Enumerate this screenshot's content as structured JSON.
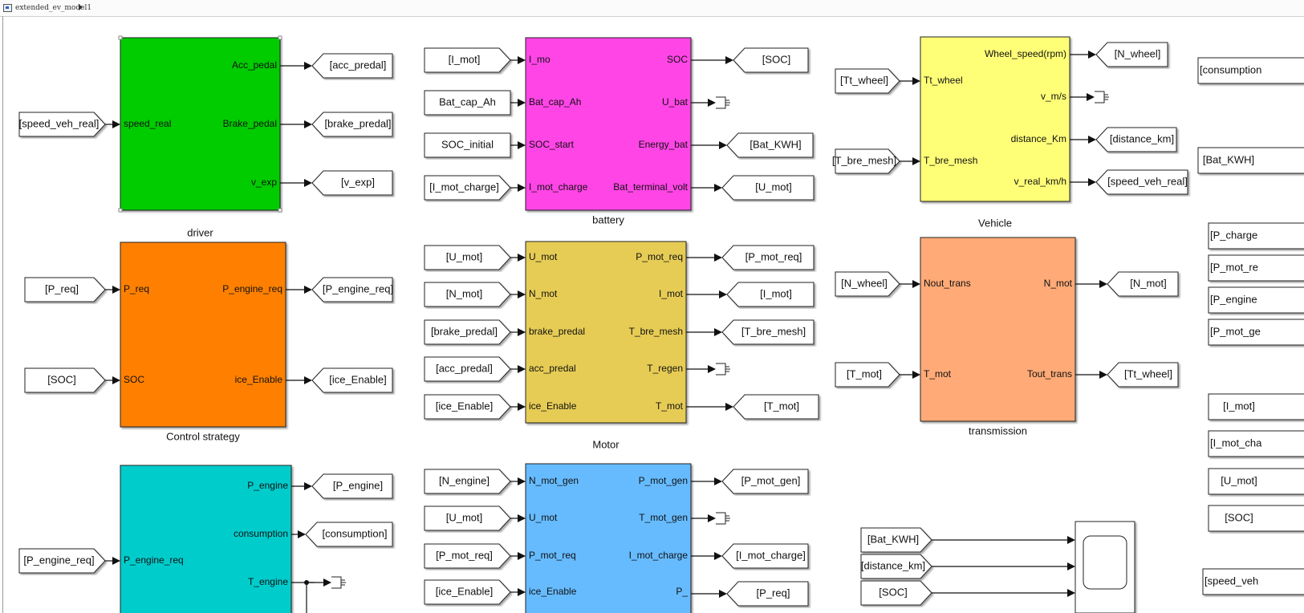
{
  "model_name": "extended_ev_model1",
  "colors": {
    "driver": "#00cc00",
    "battery": "#ff44e6",
    "vehicle": "#ffff77",
    "control": "#ff8000",
    "motor": "#e6cc55",
    "transmission": "#ffaa77",
    "engine": "#00cccc",
    "generator": "#66bbff"
  },
  "blocks": [
    {
      "id": "driver",
      "label": "driver",
      "inputs": [
        "speed_real"
      ],
      "outputs": [
        "Acc_pedal",
        "Brake_pedal",
        "v_exp"
      ]
    },
    {
      "id": "battery",
      "label": "battery",
      "inputs": [
        "I_mo",
        "Bat_cap_Ah",
        "SOC_start",
        "I_mot_charge"
      ],
      "outputs": [
        "SOC",
        "U_bat",
        "Energy_bat",
        "Bat_terminal_volt"
      ]
    },
    {
      "id": "vehicle",
      "label": "Vehicle",
      "inputs": [
        "Tt_wheel",
        "T_bre_mesh"
      ],
      "outputs": [
        "Wheel_speed(rpm)",
        "v_m/s",
        "distance_Km",
        "v_real_km/h"
      ]
    },
    {
      "id": "control",
      "label": "Control strategy",
      "inputs": [
        "P_req",
        "SOC"
      ],
      "outputs": [
        "P_engine_req",
        "ice_Enable"
      ]
    },
    {
      "id": "motor",
      "label": "Motor",
      "inputs": [
        "U_mot",
        "N_mot",
        "brake_predal",
        "acc_predal",
        "ice_Enable"
      ],
      "outputs": [
        "P_mot_req",
        "I_mot",
        "T_bre_mesh",
        "T_regen",
        "T_mot"
      ]
    },
    {
      "id": "transmission",
      "label": "transmission",
      "inputs": [
        "Nout_trans",
        "T_mot"
      ],
      "outputs": [
        "N_mot",
        "Tout_trans"
      ]
    },
    {
      "id": "engine",
      "label": "",
      "inputs": [
        "P_engine_req"
      ],
      "outputs": [
        "P_engine",
        "consumption",
        "T_engine"
      ]
    },
    {
      "id": "generator",
      "label": "",
      "inputs": [
        "N_mot_gen",
        "U_mot",
        "P_mot_req",
        "ice_Enable"
      ],
      "outputs": [
        "P_mot_gen",
        "T_mot_gen",
        "I_mot_charge",
        "P_"
      ]
    }
  ],
  "from_tags": [
    {
      "id": "from-speed-veh-real",
      "label": "[speed_veh_real]"
    },
    {
      "id": "from-p-req",
      "label": "[P_req]"
    },
    {
      "id": "from-soc-control",
      "label": "[SOC]"
    },
    {
      "id": "from-p-engine-req",
      "label": "[P_engine_req]"
    },
    {
      "id": "from-i-mot",
      "label": "[I_mot]"
    },
    {
      "id": "from-i-mot-charge",
      "label": "[I_mot_charge]"
    },
    {
      "id": "from-u-mot-motor",
      "label": "[U_mot]"
    },
    {
      "id": "from-n-mot",
      "label": "[N_mot]"
    },
    {
      "id": "from-brake-predal",
      "label": "[brake_predal]"
    },
    {
      "id": "from-acc-predal",
      "label": "[acc_predal]"
    },
    {
      "id": "from-ice-enable-motor",
      "label": "[ice_Enable]"
    },
    {
      "id": "from-n-engine",
      "label": "[N_engine]"
    },
    {
      "id": "from-u-mot-gen",
      "label": "[U_mot]"
    },
    {
      "id": "from-p-mot-req",
      "label": "[P_mot_req]"
    },
    {
      "id": "from-ice-enable-gen",
      "label": "[ice_Enable]"
    },
    {
      "id": "from-tt-wheel",
      "label": "[Tt_wheel]"
    },
    {
      "id": "from-t-bre-mesh",
      "label": "[T_bre_mesh]"
    },
    {
      "id": "from-n-wheel",
      "label": "[N_wheel]"
    },
    {
      "id": "from-t-mot",
      "label": "[T_mot]"
    },
    {
      "id": "from-bat-kwh-scope",
      "label": "[Bat_KWH]"
    },
    {
      "id": "from-distance-km-scope",
      "label": "[distance_km]"
    },
    {
      "id": "from-soc-scope",
      "label": "[SOC]"
    }
  ],
  "goto_tags": [
    {
      "id": "goto-acc-predal",
      "label": "[acc_predal]"
    },
    {
      "id": "goto-brake-predal",
      "label": "[brake_predal]"
    },
    {
      "id": "goto-v-exp",
      "label": "[v_exp]"
    },
    {
      "id": "goto-p-engine-req",
      "label": "[P_engine_req]"
    },
    {
      "id": "goto-ice-enable",
      "label": "[ice_Enable]"
    },
    {
      "id": "goto-p-engine",
      "label": "[P_engine]"
    },
    {
      "id": "goto-consumption",
      "label": "[consumption]"
    },
    {
      "id": "goto-soc",
      "label": "[SOC]"
    },
    {
      "id": "goto-bat-kwh",
      "label": "[Bat_KWH]"
    },
    {
      "id": "goto-u-mot",
      "label": "[U_mot]"
    },
    {
      "id": "goto-p-mot-req",
      "label": "[P_mot_req]"
    },
    {
      "id": "goto-i-mot",
      "label": "[I_mot]"
    },
    {
      "id": "goto-t-bre-mesh",
      "label": "[T_bre_mesh]"
    },
    {
      "id": "goto-t-mot",
      "label": "[T_mot]"
    },
    {
      "id": "goto-p-mot-gen",
      "label": "[P_mot_gen]"
    },
    {
      "id": "goto-i-mot-charge",
      "label": "[I_mot_charge]"
    },
    {
      "id": "goto-p-req",
      "label": "[P_req]"
    },
    {
      "id": "goto-n-wheel",
      "label": "[N_wheel]"
    },
    {
      "id": "goto-distance-km",
      "label": "[distance_km]"
    },
    {
      "id": "goto-speed-veh-real",
      "label": "[speed_veh_real]"
    },
    {
      "id": "goto-n-mot",
      "label": "[N_mot]"
    },
    {
      "id": "goto-tt-wheel",
      "label": "[Tt_wheel]"
    }
  ],
  "constants": [
    {
      "id": "const-bat-cap-ah",
      "label": "Bat_cap_Ah"
    },
    {
      "id": "const-soc-initial",
      "label": "SOC_initial"
    }
  ],
  "right_column": [
    {
      "id": "rc-consumption",
      "label": "[consumption"
    },
    {
      "id": "rc-bat-kwh",
      "label": "[Bat_KWH]"
    },
    {
      "id": "rc-p-charge",
      "label": "[P_charge"
    },
    {
      "id": "rc-p-mot-re",
      "label": "[P_mot_re"
    },
    {
      "id": "rc-p-engine",
      "label": "[P_engine"
    },
    {
      "id": "rc-p-mot-ge",
      "label": "[P_mot_ge"
    },
    {
      "id": "rc-i-mot",
      "label": "[I_mot]"
    },
    {
      "id": "rc-i-mot-cha",
      "label": "[I_mot_cha"
    },
    {
      "id": "rc-u-mot",
      "label": "[U_mot]"
    },
    {
      "id": "rc-soc",
      "label": "[SOC]"
    },
    {
      "id": "rc-speed-veh",
      "label": "[speed_veh"
    }
  ]
}
